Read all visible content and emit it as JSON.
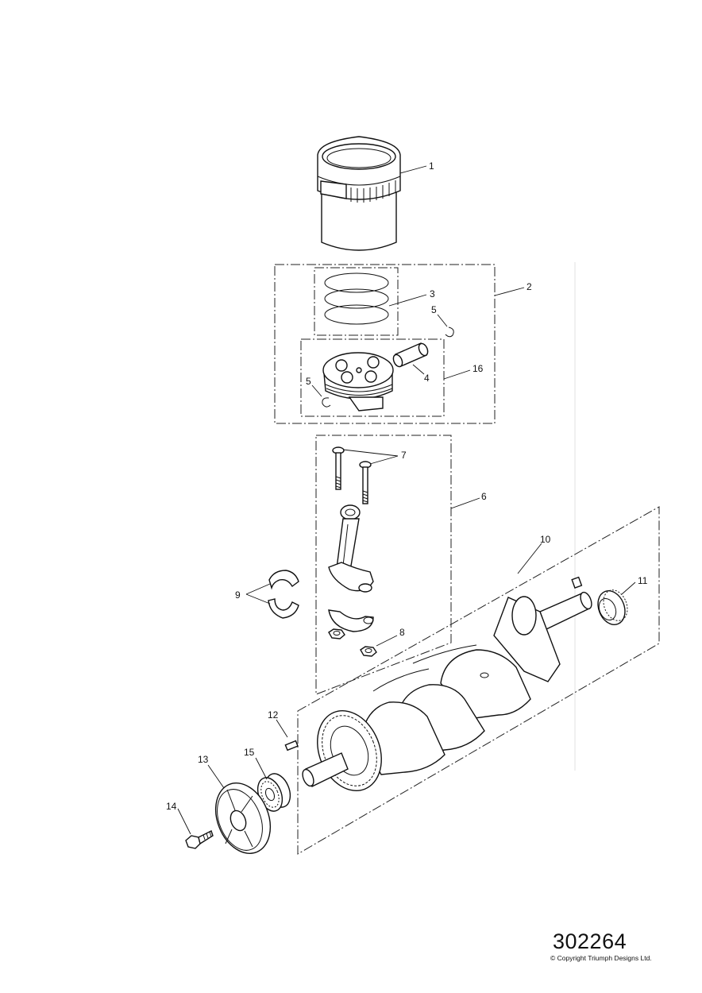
{
  "diagram": {
    "callouts": {
      "c1": "1",
      "c2": "2",
      "c3": "3",
      "c4": "4",
      "c5a": "5",
      "c5b": "5",
      "c6": "6",
      "c7": "7",
      "c8": "8",
      "c9": "9",
      "c10": "10",
      "c11": "11",
      "c12": "12",
      "c13": "13",
      "c14": "14",
      "c15": "15",
      "c16": "16"
    },
    "reference_number": "302264",
    "copyright": "© Copyright Triumph Designs Ltd."
  }
}
